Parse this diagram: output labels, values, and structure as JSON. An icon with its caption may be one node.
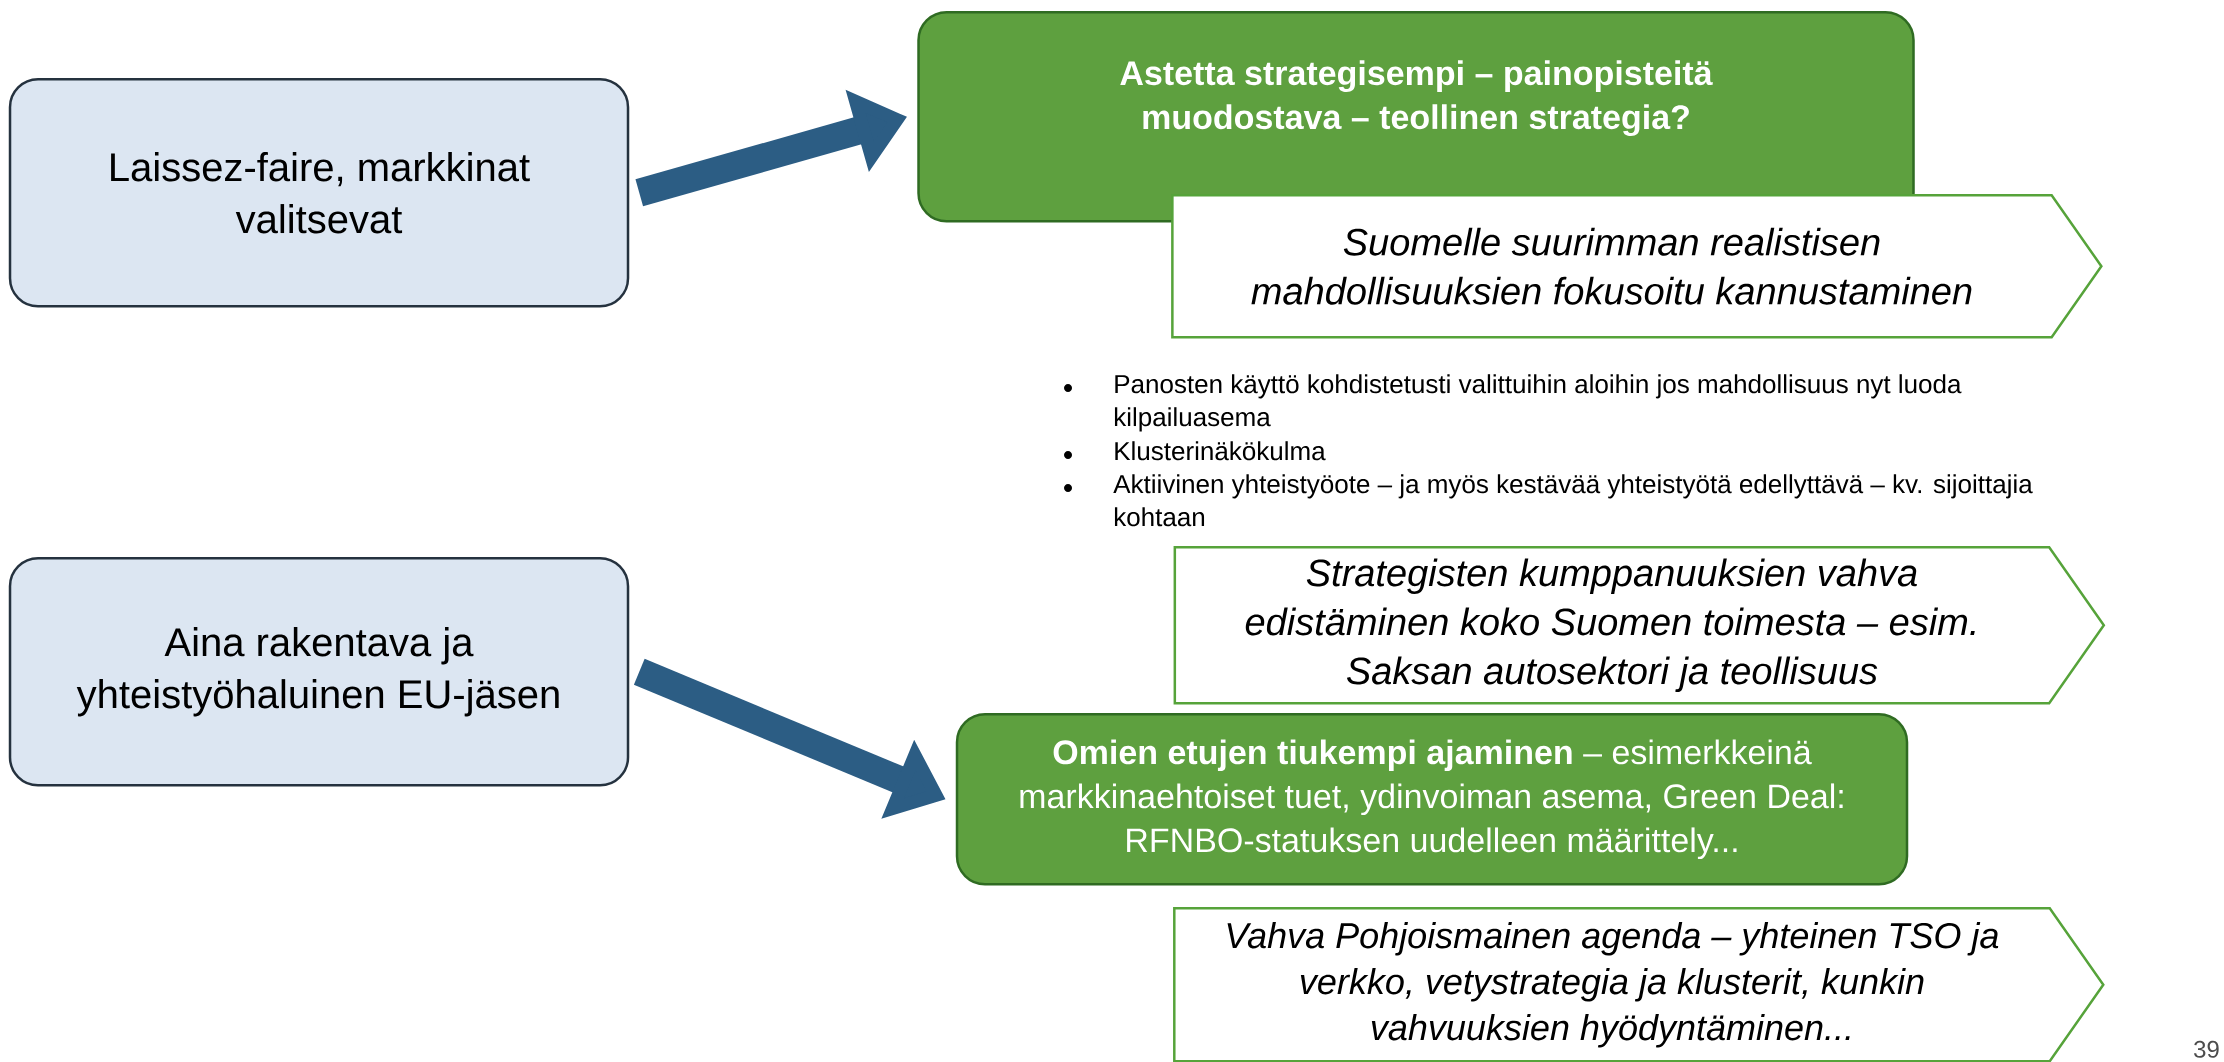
{
  "diagram": {
    "nodes": [
      {
        "text": [
          "Laissez-faire, markkinat valitsevat"
        ]
      },
      {
        "text": [
          "Aina rakentava ja yhteistyöhaluinen EU-jäsen"
        ]
      },
      {
        "text": [
          "Astetta strategisempi – painopisteitä muodostava – teollinen strategia?"
        ]
      },
      {
        "text": [
          "Suomelle suurimman realistisen mahdollisuuksien fokusoitu kannustaminen"
        ]
      },
      {
        "text": [
          "Strategisten kumppanuuksien vahva edistäminen koko Suomen toimesta – esim. Saksan autosektori ja teollisuus"
        ]
      },
      {
        "text": [
          "**Omien etujen tiukempi ajaminen** – esimerkkeinä markkinaehtoiset tuet, ydinvoiman asema, Green Deal: RFNBO-statuksen uudelleen määrittely..."
        ]
      },
      {
        "text": [
          "Vahva Pohjoismainen agenda – yhteinen TSO ja verkko, vetystrategia ja klusterit, kunkin vahvuuksien hyödyntäminen..."
        ]
      }
    ],
    "edges": [
      {
        "from": 0,
        "to": 2,
        "arrow": "to"
      },
      {
        "from": 1,
        "to": 5,
        "arrow": "to"
      }
    ],
    "labels": [
      "Panosten käyttö kohdistetusti valittuihin aloihin jos mahdollisuus nyt luoda kilpailuasema",
      "Klusterinäkökulma",
      "Aktiivinen yhteistyöote – ja myös kestävää yhteistyötä edellyttävä – kv. sijoittajia kohtaan",
      "39"
    ]
  }
}
